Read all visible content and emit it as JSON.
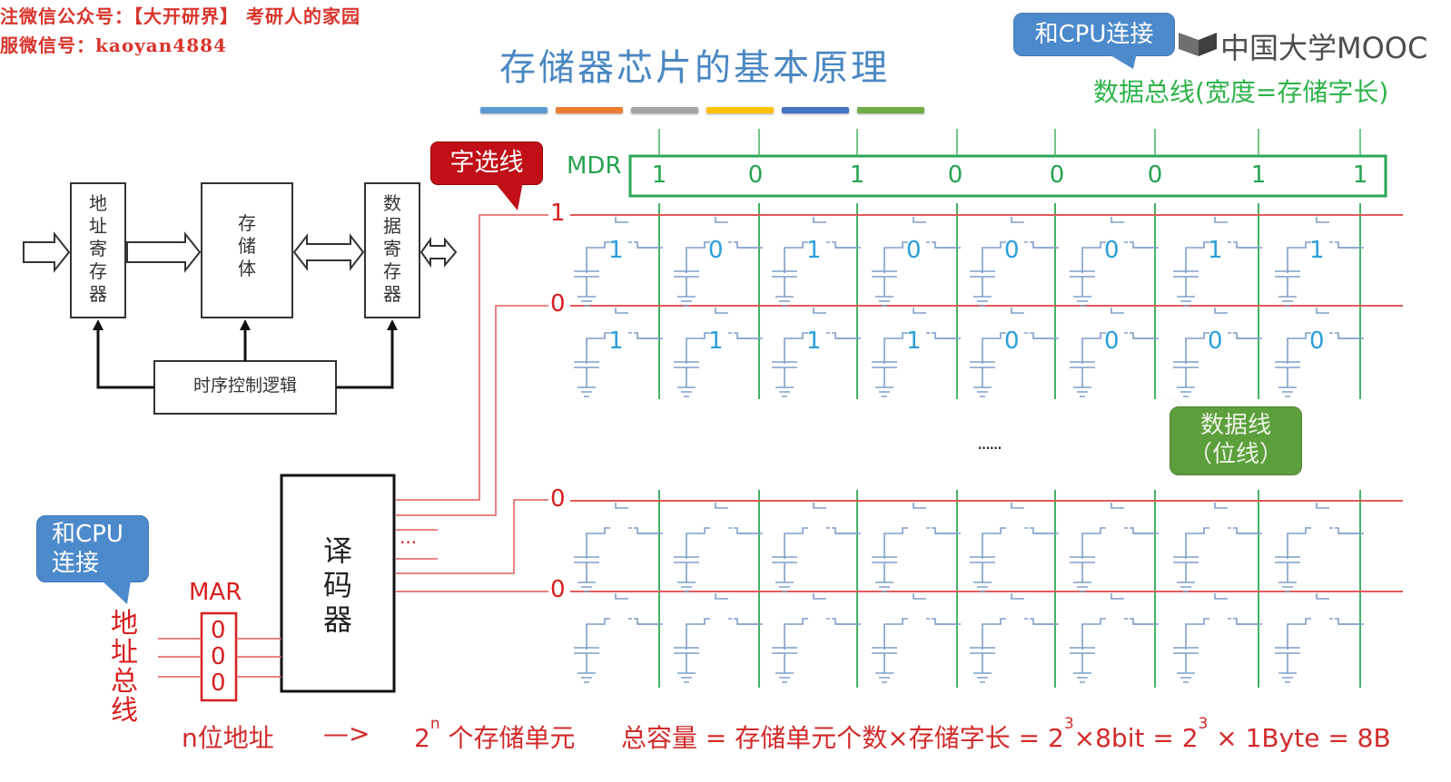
{
  "watermark": {
    "line1": "注微信公众号：【大开研界】 考研人的家园",
    "line2": "服微信号：kaoyan4884"
  },
  "title": "存储器芯片的基本原理",
  "title_bar_colors": [
    "#5b9bd5",
    "#ed7d31",
    "#a5a5a5",
    "#ffc000",
    "#4472c4",
    "#70ad47"
  ],
  "logo": {
    "text": "中国大学MOOC"
  },
  "callouts": {
    "cpu_top": "和CPU连接",
    "cpu_left_line1": "和CPU",
    "cpu_left_line2": "连接",
    "word_line": "字选线",
    "data_line_line1": "数据线",
    "data_line_line2": "（位线）"
  },
  "data_bus_label": "数据总线(宽度=存储字长)",
  "block_diagram": {
    "address_register": "地址寄存器",
    "storage_body": "存储体",
    "data_register": "数据寄存器",
    "timing_control": "时序控制逻辑"
  },
  "mdr": {
    "label": "MDR",
    "bits": [
      "1",
      "0",
      "1",
      "0",
      "0",
      "0",
      "1",
      "1"
    ]
  },
  "word_lines": [
    {
      "select": "1",
      "cells": [
        "1",
        "0",
        "1",
        "0",
        "0",
        "0",
        "1",
        "1"
      ]
    },
    {
      "select": "0",
      "cells": [
        "1",
        "1",
        "1",
        "1",
        "0",
        "0",
        "0",
        "0"
      ]
    },
    {
      "select": "0",
      "cells": [
        "",
        "",
        "",
        "",
        "",
        "",
        "",
        ""
      ]
    },
    {
      "select": "0",
      "cells": [
        "",
        "",
        "",
        "",
        "",
        "",
        "",
        ""
      ]
    }
  ],
  "ellipsis": "······",
  "decoder": {
    "label": "译码器",
    "output_dots": "···"
  },
  "mar": {
    "label": "MAR",
    "bits": [
      "0",
      "0",
      "0"
    ]
  },
  "address_bus_label": "地址总线",
  "formula": {
    "n_bit_address": "n位地址",
    "arrow": "—>",
    "cells_base": "2",
    "cells_exp": "n",
    "cells_text": " 个存储单元",
    "capacity_prefix": "总容量 = 存储单元个数×存储字长 = 2",
    "exp1": "3",
    "mid": "×8bit = 2",
    "exp2": "3",
    "suffix": " × 1Byte = 8B"
  }
}
